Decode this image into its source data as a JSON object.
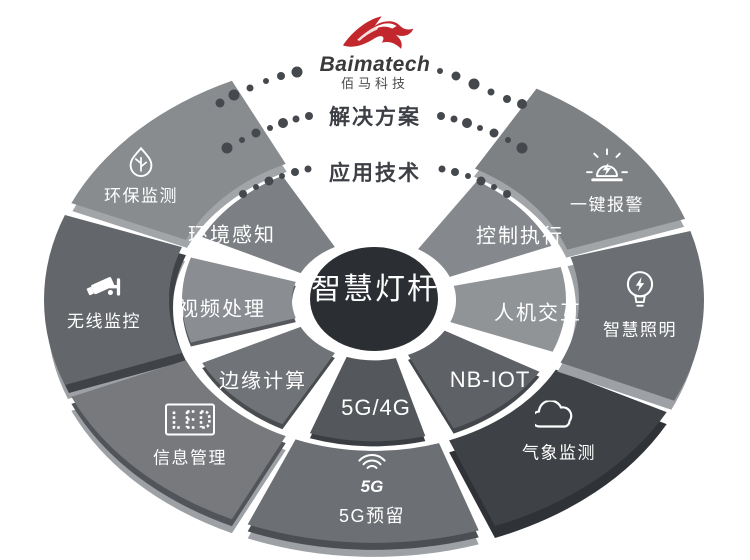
{
  "logo": {
    "brand": "Baimatech",
    "brand_cn": "佰马科技"
  },
  "arc_captions": {
    "solutions": "解决方案",
    "technologies": "应用技术"
  },
  "center": {
    "title": "智慧灯杆"
  },
  "palette": {
    "brand_red": "#c1272d",
    "caption_dark": "#3c3f44",
    "label_white": "#ffffff",
    "hub_dark": "#2b2f34",
    "dot_gray": "#45484d"
  },
  "outer_segments": [
    {
      "id": "env-monitor",
      "label": "环保监测",
      "icon": "leaf-drop-icon",
      "color": "#898c8f"
    },
    {
      "id": "wireless-monitor",
      "label": "无线监控",
      "icon": "cctv-camera-icon",
      "color": "#63666a"
    },
    {
      "id": "info-mgmt",
      "label": "信息管理",
      "icon": "led-screen-icon",
      "color": "#77797d"
    },
    {
      "id": "5g-reserved",
      "label": "5G预留",
      "icon": "wifi-5g-icon",
      "color": "#6c6f73",
      "icon_text": "5G"
    },
    {
      "id": "weather-monitor",
      "label": "气象监测",
      "icon": "cloud-icon",
      "color": "#3e4145"
    },
    {
      "id": "smart-lighting",
      "label": "智慧照明",
      "icon": "bulb-icon",
      "color": "#6b6e72"
    },
    {
      "id": "one-key-alarm",
      "label": "一键报警",
      "icon": "siren-icon",
      "color": "#7e8184"
    }
  ],
  "inner_segments": [
    {
      "id": "env-sensing",
      "label": "环境感知",
      "color": "#7c7f83"
    },
    {
      "id": "video-processing",
      "label": "视频处理",
      "color": "#8a8d91"
    },
    {
      "id": "edge-computing",
      "label": "边缘计算",
      "color": "#707377"
    },
    {
      "id": "5g-4g",
      "label": "5G/4G",
      "color": "#54575b"
    },
    {
      "id": "nb-iot",
      "label": "NB-IOT",
      "color": "#5e6165"
    },
    {
      "id": "hmi",
      "label": "人机交互",
      "color": "#919497"
    },
    {
      "id": "control-exec",
      "label": "控制执行",
      "color": "#85888c"
    }
  ]
}
